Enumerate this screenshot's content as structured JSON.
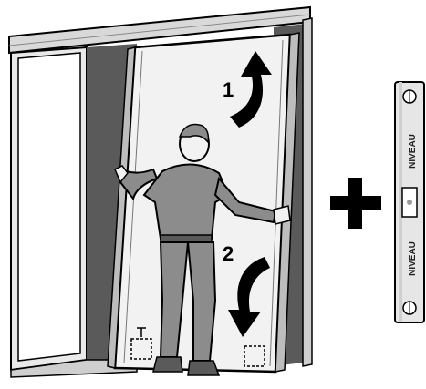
{
  "steps": [
    {
      "number": "1",
      "direction": "up"
    },
    {
      "number": "2",
      "direction": "down"
    }
  ],
  "plus_symbol": "+",
  "spirit_level": {
    "label_top": "NIVEAU",
    "label_bottom": "NIVEAU"
  },
  "colors": {
    "ink": "#000000",
    "panel_fill": "#f2f2f2",
    "shadow_grey": "#5a5a5a",
    "figure_grey": "#8c8c8c"
  }
}
